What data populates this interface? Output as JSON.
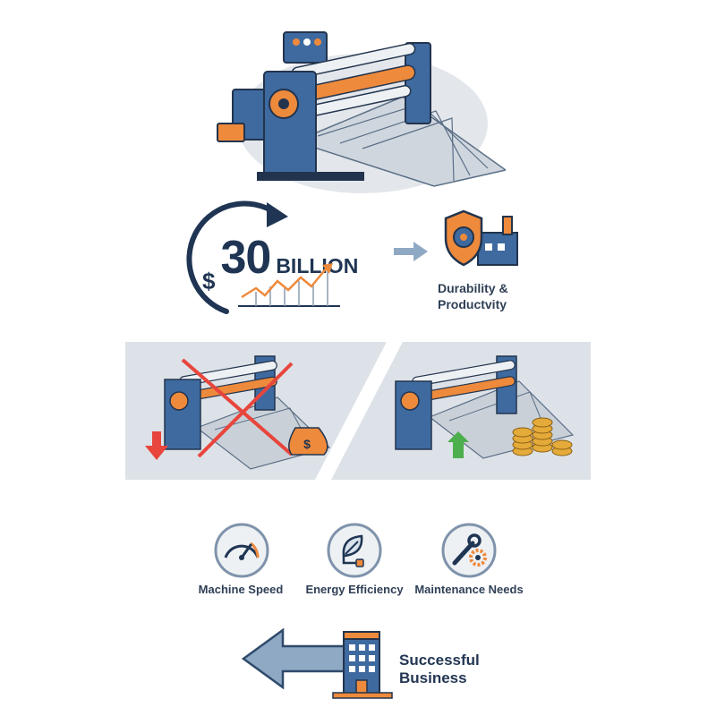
{
  "market": {
    "currency_symbol": "$",
    "value": "30",
    "unit": "BILLION"
  },
  "outcome": {
    "label_line1": "Durability &",
    "label_line2": "Productvity"
  },
  "factors": [
    {
      "label": "Machine Speed",
      "icon": "speedometer-icon"
    },
    {
      "label": "Energy Efficiency",
      "icon": "leaf-plug-icon"
    },
    {
      "label": "Maintenance Needs",
      "icon": "wrench-gear-icon"
    }
  ],
  "business": {
    "label_line1": "Successful",
    "label_line2": "Business"
  },
  "colors": {
    "navy": "#1f3553",
    "machine_blue": "#3f6aa0",
    "orange": "#ee8a3c",
    "red": "#e8453c",
    "green": "#4cae4c",
    "arrow_blue": "#8fa8c4",
    "panel_gray": "#dde2e8",
    "gold": "#e4ab3a"
  }
}
